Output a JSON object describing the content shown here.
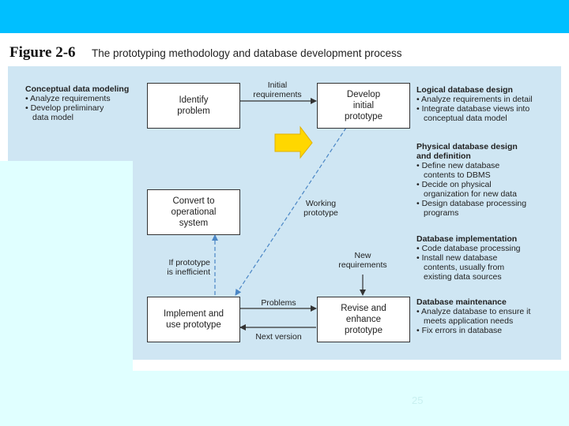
{
  "figure": {
    "label": "Figure 2-6",
    "title": "The prototyping methodology and database development process"
  },
  "boxes": {
    "identify": "Identify\nproblem",
    "develop": "Develop\ninitial\nprototype",
    "convert": "Convert to\noperational\nsystem",
    "implement": "Implement and\nuse prototype",
    "revise": "Revise and\nenhance\nprototype"
  },
  "arrow_labels": {
    "initial_requirements": "Initial\nrequirements",
    "working_prototype": "Working\nprototype",
    "if_inefficient": "If prototype\nis inefficient",
    "new_requirements": "New\nrequirements",
    "problems": "Problems",
    "next_version": "Next version"
  },
  "notes": {
    "conceptual": {
      "heading": "Conceptual data modeling",
      "items": [
        "Analyze requirements",
        "Develop preliminary\ndata model"
      ]
    },
    "logical": {
      "heading": "Logical database design",
      "items": [
        "Analyze requirements in detail",
        "Integrate database views into\nconceptual data model"
      ]
    },
    "physical": {
      "heading": "Physical database design\nand definition",
      "items": [
        "Define new database\ncontents to DBMS",
        "Decide on physical\norganization for new data",
        "Design database processing\nprograms"
      ]
    },
    "implementation": {
      "heading": "Database implementation",
      "items": [
        "Code database processing",
        "Install new database\ncontents, usually from\nexisting data sources"
      ]
    },
    "maintenance": {
      "heading": "Database maintenance",
      "items": [
        "Analyze database to ensure it\nmeets application needs",
        "Fix errors in database"
      ]
    }
  },
  "page_number": "25",
  "colors": {
    "top_bar": "#00bfff",
    "background": "#e0ffff",
    "diagram_bg": "#cfe6f3",
    "pointer_arrow": "#ffd700"
  }
}
